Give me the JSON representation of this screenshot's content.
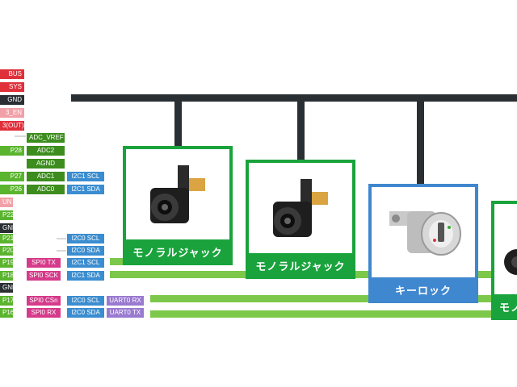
{
  "colors": {
    "bus": "#2a2f33",
    "wire": "#7cc84a",
    "module_green": "#1aa33c",
    "module_blue": "#3f87cf",
    "pin_red": "#e0303a",
    "pin_pink": "#f2a0a8",
    "pin_dark": "#2a2f33",
    "pin_green": "#5ab42e",
    "pin_dark_green": "#3d8c1e",
    "pin_blue": "#3a8dd0",
    "pin_magenta": "#d63a8a",
    "pin_purple": "#9a7ad0"
  },
  "pins": {
    "vbus": "BUS",
    "vsys": "SYS",
    "gnd_1": "GND",
    "enable": "3_EN",
    "v3v3_out": "3(OUT)",
    "adc_vref": "ADC_VREF",
    "gp28": "P28",
    "adc2": "ADC2",
    "agnd": "AGND",
    "gp27": "P27",
    "adc1": "ADC1",
    "i2c1_scl_a": "I2C1 SCL",
    "gp26": "P26",
    "adc0": "ADC0",
    "i2c1_sda_a": "I2C1 SDA",
    "run": "UN",
    "gp22": "P22",
    "gnd_2": "GND",
    "gp21": "P21",
    "i2c0_scl_a": "I2C0 SCL",
    "gp20": "P20",
    "i2c0_sda_a": "I2C0 SDA",
    "gp19": "P19",
    "spi0_tx": "SPI0 TX",
    "i2c1_scl_b": "I2C1 SCL",
    "gp18": "P18",
    "spi0_sck": "SPI0 SCK",
    "i2c1_sda_b": "I2C1 SDA",
    "gnd_3": "GND",
    "gp17": "P17",
    "spi0_csn": "SPI0 CSn",
    "i2c0_scl_b": "I2C0 SCL",
    "uart0_rx": "UART0 RX",
    "gp16": "P16",
    "spi0_rx": "SPI0 RX",
    "i2c0_sda_b": "I2C0 SDA",
    "uart0_tx": "UART0 TX"
  },
  "modules": {
    "mono_jack_1": "モノラルジャック",
    "mono_jack_2": "モノラルジャック",
    "key_lock": "キーロック",
    "mono_jack_3": "モノ"
  }
}
